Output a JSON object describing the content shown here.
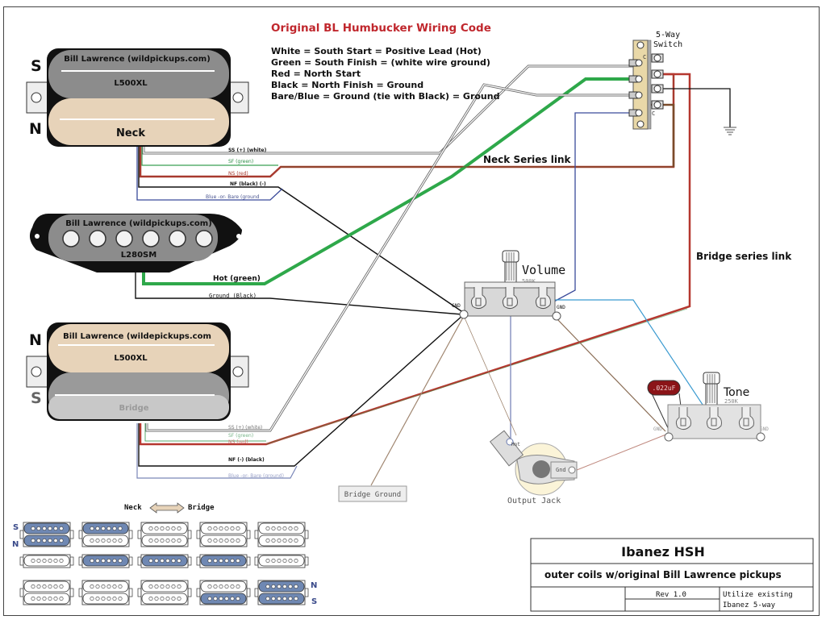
{
  "legend": {
    "title": "Original BL Humbucker Wiring Code",
    "lines": [
      "White = South Start = Positive Lead (Hot)",
      "Green = South Finish =  (white wire ground)",
      "Red = North Start",
      "Black = North Finish = Ground",
      "Bare/Blue = Ground (tie with Black) = Ground"
    ]
  },
  "neck_pickup": {
    "brand": "Bill Lawrence (wildpickups.com)",
    "model": "L500XL",
    "position": "Neck",
    "top_pole": "S",
    "bottom_pole": "N",
    "wires": [
      "SS (+) (white)",
      "SF (green)",
      "NS (red)",
      "NF (black) (-)",
      "Blue -or- Bare (ground"
    ]
  },
  "middle_pickup": {
    "brand": "Bill Lawrence (wildpickups.com)",
    "model": "L280SM",
    "wires": [
      "Hot (green)",
      "Ground (Black)"
    ]
  },
  "bridge_pickup": {
    "brand": "Bill Lawrence (wildepickups.com",
    "model": "L500XL",
    "position": "Bridge",
    "top_pole": "N",
    "bottom_pole": "S",
    "wires": [
      "SS (+) (white)",
      "SF (green)",
      "NS (red)",
      "NF (-) (black)",
      "Blue -or- Bare (ground)"
    ]
  },
  "switch": {
    "title_line1": "5-Way",
    "title_line2": "Switch",
    "common_label": "C"
  },
  "labels": {
    "neck_series_link": "Neck Series link",
    "bridge_series_link": "Bridge series link",
    "bridge_ground": "Bridge Ground"
  },
  "volume": {
    "label": "Volume",
    "value": "500K",
    "gnd": "GND"
  },
  "tone": {
    "label": "Tone",
    "value": "250K",
    "gnd": "GND",
    "capacitor": ".022uF"
  },
  "jack": {
    "label": "Output Jack",
    "hot": "Hot",
    "gnd": "Gnd"
  },
  "positions_chart": {
    "neck_label": "Neck",
    "bridge_label": "Bridge",
    "s": "S",
    "n": "N",
    "rows": [
      [
        [
          1,
          1
        ],
        [
          1,
          0
        ],
        [
          0,
          0
        ],
        [
          0,
          0
        ],
        [
          0,
          0
        ]
      ],
      [
        [
          0
        ],
        [
          1
        ],
        [
          1
        ],
        [
          1
        ],
        [
          0
        ]
      ],
      [
        [
          0,
          0
        ],
        [
          0,
          0
        ],
        [
          0,
          0
        ],
        [
          0,
          1
        ],
        [
          1,
          1
        ]
      ]
    ]
  },
  "title_block": {
    "title": "Ibanez HSH",
    "subtitle": "outer coils w/original Bill Lawrence pickups",
    "rev": "Rev 1.0",
    "note_line1": "Utilize existing",
    "note_line2": "Ibanez 5-way"
  },
  "colors": {
    "title_red": "#c0272d",
    "wire_green": "#2ea84a",
    "wire_red": "#b5372f",
    "wire_brown": "#7a4b2a",
    "wire_blue": "#3a4a9a",
    "wire_cyan": "#3a9ad0",
    "cream": "#e7d3b9",
    "coil_gray": "#8c8c8c",
    "active_coil": "#6f88b3"
  }
}
